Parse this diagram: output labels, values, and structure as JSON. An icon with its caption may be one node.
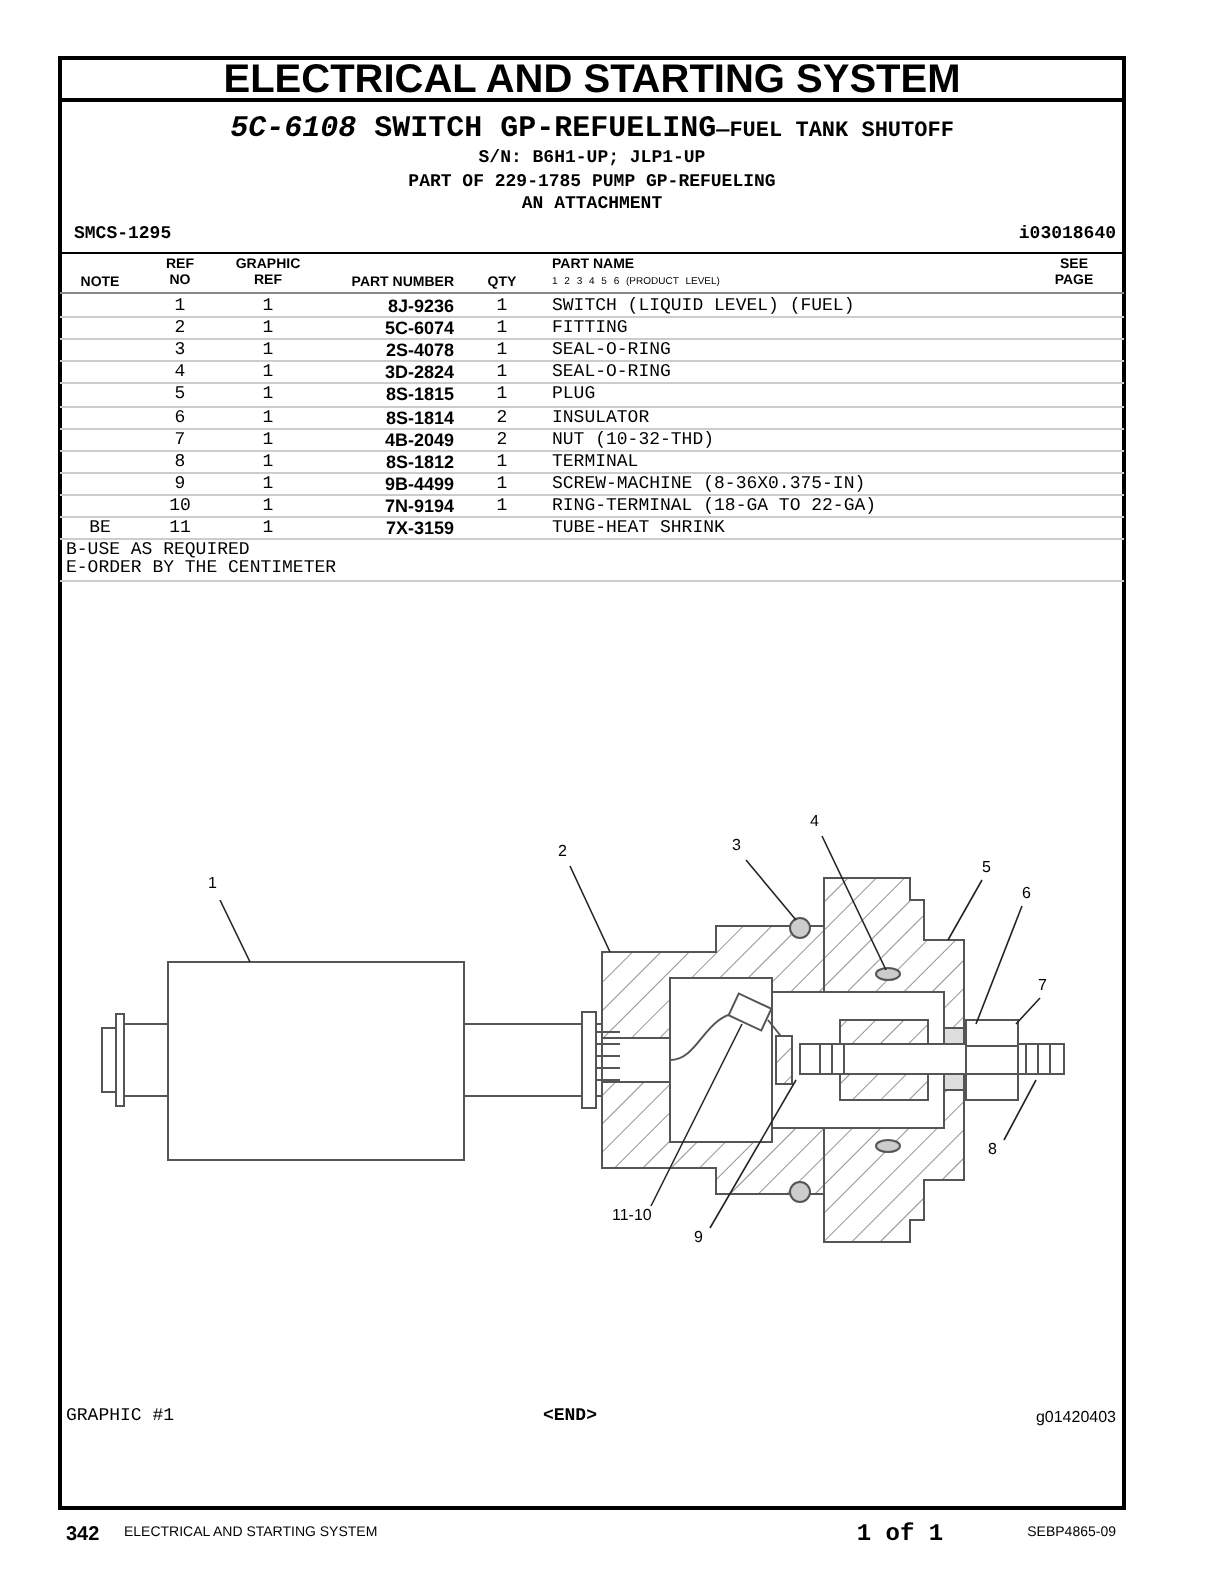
{
  "diagram": {
    "title": "ELECTRICAL AND STARTING SYSTEM",
    "nodes": [
      {
        "text": [
          "1"
        ]
      },
      {
        "text": [
          "2"
        ]
      },
      {
        "text": [
          "3"
        ]
      },
      {
        "text": [
          "4"
        ]
      },
      {
        "text": [
          "5"
        ]
      },
      {
        "text": [
          "6"
        ]
      },
      {
        "text": [
          "7"
        ]
      },
      {
        "text": [
          "8"
        ]
      },
      {
        "text": [
          "11-10"
        ]
      },
      {
        "text": [
          "9"
        ]
      }
    ],
    "edges": [
      {
        "from": 0,
        "to": null,
        "arrow": "none"
      },
      {
        "from": 1,
        "to": null,
        "arrow": "none"
      },
      {
        "from": 2,
        "to": null,
        "arrow": "none"
      },
      {
        "from": 3,
        "to": null,
        "arrow": "none"
      },
      {
        "from": 4,
        "to": null,
        "arrow": "none"
      },
      {
        "from": 5,
        "to": null,
        "arrow": "none"
      },
      {
        "from": 6,
        "to": null,
        "arrow": "none"
      },
      {
        "from": 7,
        "to": null,
        "arrow": "none"
      },
      {
        "from": 8,
        "to": null,
        "arrow": "none"
      },
      {
        "from": 9,
        "to": null,
        "arrow": "none"
      }
    ],
    "labels": [
      "*5C-6108* SWITCH GP-REFUELING",
      "—FUEL TANK SHUTOFF",
      "S/N: B6H1-UP; JLP1-UP",
      "PART OF 229-1785 PUMP GP-REFUELING",
      "AN ATTACHMENT",
      "SMCS-1295",
      "i03018640",
      "NOTE",
      "REF NO",
      "GRAPHIC REF",
      "PART NUMBER",
      "QTY",
      "PART NAME",
      "1 2 3 4 5 6 (PRODUCT LEVEL)",
      "SEE PAGE",
      "1",
      "1",
      "8J-9236",
      "1",
      "SWITCH (LIQUID LEVEL) (FUEL)",
      "2",
      "1",
      "5C-6074",
      "1",
      "FITTING",
      "3",
      "1",
      "2S-4078",
      "1",
      "SEAL-O-RING",
      "4",
      "1",
      "3D-2824",
      "1",
      "SEAL-O-RING",
      "5",
      "1",
      "8S-1815",
      "1",
      "PLUG",
      "6",
      "1",
      "8S-1814",
      "2",
      "INSULATOR",
      "7",
      "1",
      "4B-2049",
      "2",
      "NUT (10-32-THD)",
      "8",
      "1",
      "8S-1812",
      "1",
      "TERMINAL",
      "9",
      "1",
      "9B-4499",
      "1",
      "SCREW-MACHINE (8-36X0.375-IN)",
      "10",
      "1",
      "7N-9194",
      "1",
      "RING-TERMINAL (18-GA TO 22-GA)",
      "BE",
      "11",
      "1",
      "7X-3159",
      "TUBE-HEAT SHRINK",
      "B-USE AS REQUIRED",
      "E-ORDER BY THE CENTIMETER",
      "GRAPHIC #1",
      "<END>",
      "g01420403",
      "342",
      "ELECTRICAL AND STARTING SYSTEM",
      "1 of 1",
      "SEBP4865-09"
    ]
  }
}
